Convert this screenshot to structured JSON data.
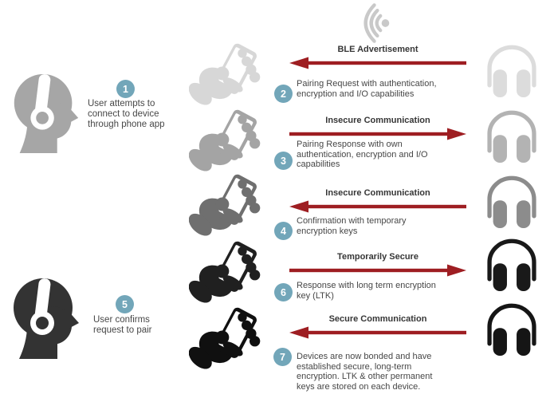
{
  "colors": {
    "arrow_red": "#9e1e22",
    "badge_teal": "#72a6b9",
    "signal_gray": "#c9c9c9",
    "head_gray": "#a6a6a6",
    "head_dark": "#333333"
  },
  "icons": {
    "signal": "ble-broadcast-icon",
    "phone": "hand-holding-phone-icon",
    "headphones": "headphones-icon",
    "user": "user-wearing-headphones-icon"
  },
  "left": {
    "step1": {
      "number": "1",
      "text": "User attempts to\nconnect to device\nthrough phone app"
    },
    "step5": {
      "number": "5",
      "text": "User confirms\nrequest to pair"
    }
  },
  "rows": [
    {
      "step": "2",
      "arrow_label": "BLE Advertisement",
      "arrow_direction": "left",
      "description": "Pairing Request with authentication,\nencryption and I/O capabilities",
      "phone_color": "#d7d7d7",
      "headphone_color": "#dcdcdc"
    },
    {
      "step": "3",
      "arrow_label": "Insecure Communication",
      "arrow_direction": "right",
      "description": "Pairing Response with own\nauthentication, encryption and I/O\ncapabilities",
      "phone_color": "#a4a4a4",
      "headphone_color": "#b3b3b3"
    },
    {
      "step": "4",
      "arrow_label": "Insecure Communication",
      "arrow_direction": "left",
      "description": "Confirmation with temporary\nencryption keys",
      "phone_color": "#6f6f6f",
      "headphone_color": "#8c8c8c"
    },
    {
      "step": "6",
      "arrow_label": "Temporarily Secure",
      "arrow_direction": "right",
      "description": "Response with long term encryption\nkey (LTK)",
      "phone_color": "#202020",
      "headphone_color": "#191919"
    },
    {
      "step": "7",
      "arrow_label": "Secure Communication",
      "arrow_direction": "left",
      "description": "Devices are now bonded and have\nestablished secure, long-term\nencryption.  LTK & other permanent\nkeys are stored on each device.",
      "phone_color": "#101010",
      "headphone_color": "#151515"
    }
  ]
}
